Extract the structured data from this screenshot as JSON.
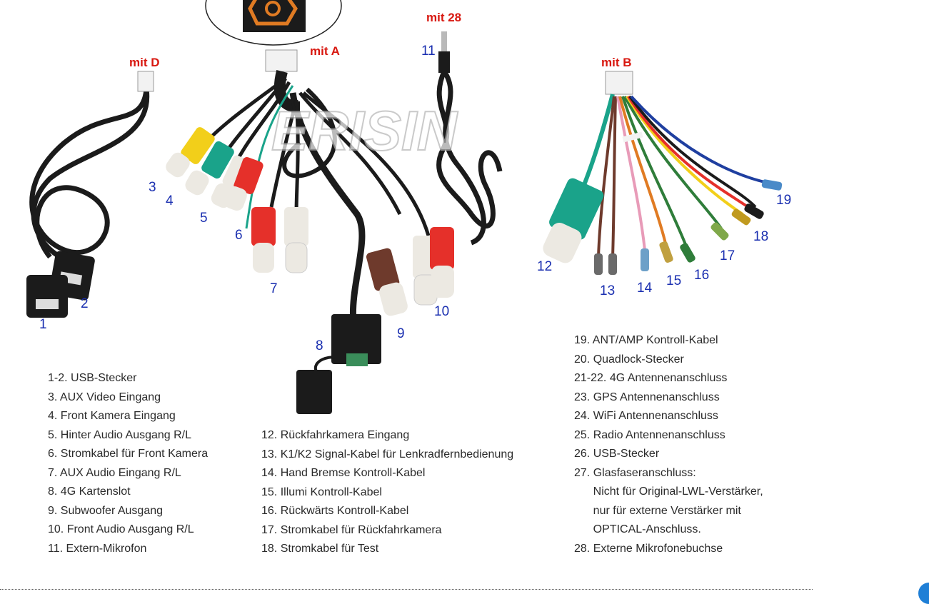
{
  "group_labels": [
    "mit D",
    "mit A",
    "mit 28",
    "mit B"
  ],
  "numbers": [
    "1",
    "2",
    "3",
    "4",
    "5",
    "6",
    "7",
    "8",
    "9",
    "10",
    "11",
    "12",
    "13",
    "14",
    "15",
    "16",
    "17",
    "18",
    "19"
  ],
  "watermark": "ERISIN",
  "legend": {
    "col1": [
      "1-2. USB-Stecker",
      "3. AUX Video Eingang",
      "4. Front Kamera Eingang",
      "5. Hinter Audio Ausgang R/L",
      "6. Stromkabel für Front Kamera",
      "7. AUX Audio Eingang R/L",
      "8. 4G Kartenslot",
      "9. Subwoofer Ausgang",
      "10. Front Audio Ausgang R/L",
      "11. Extern-Mikrofon"
    ],
    "col2": [
      "12. Rückfahrkamera Eingang",
      "13. K1/K2 Signal-Kabel für Lenkradfernbedienung",
      "14. Hand Bremse Kontroll-Kabel",
      "15. Illumi Kontroll-Kabel",
      "16. Rückwärts Kontroll-Kabel",
      "17. Stromkabel für Rückfahrkamera",
      "18. Stromkabel für Test"
    ],
    "col3": [
      "19. ANT/AMP Kontroll-Kabel",
      "20. Quadlock-Stecker",
      "21-22. 4G Antennenanschluss",
      "23. GPS Antennenanschluss",
      "24. WiFi Antennenanschluss",
      "25. Radio Antennenanschluss",
      "26. USB-Stecker",
      "27. Glasfaseranschluss:",
      "      Nicht für Original-LWL-Verstärker,",
      "      nur für externe Verstärker mit",
      "      OPTICAL-Anschluss.",
      "28. Externe Mikrofonebuchse"
    ]
  },
  "colors": {
    "label_red": "#d8170f",
    "number_blue": "#1a2fb0",
    "cable_black": "#1b1b1b",
    "rca_yellow": "#f2cf1a",
    "rca_green": "#1aa38a",
    "rca_red": "#e5302a",
    "rca_white": "#ece9e2",
    "rca_brown": "#6e3a2c"
  }
}
